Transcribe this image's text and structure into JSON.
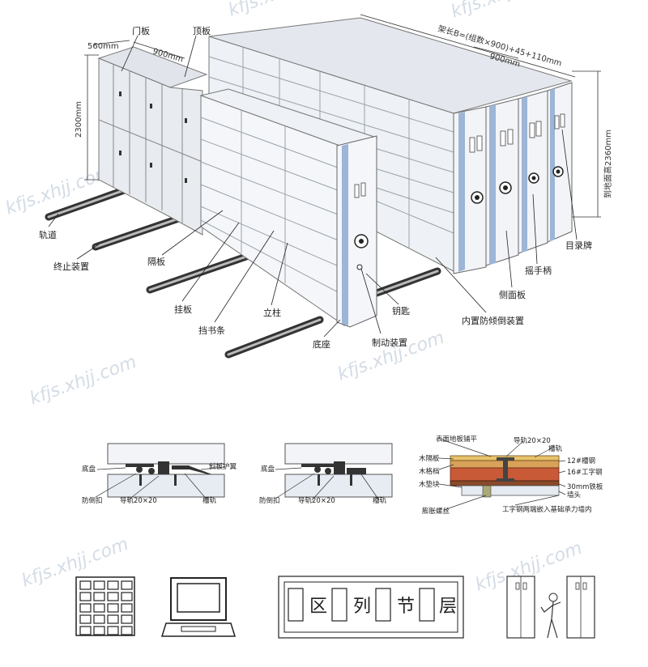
{
  "watermark": "kfjs.xhjj.com",
  "dimensions": {
    "depth": "560mm",
    "width": "900mm",
    "height": "2300mm",
    "width_right": "900mm",
    "total_length": "架长B=(组数×900)+45+110mm",
    "ground_height": "到地面高2360mm"
  },
  "parts": {
    "door": "门板",
    "top": "顶板",
    "rail": "轨道",
    "stop": "终止装置",
    "partition": "隔板",
    "hang_board": "挂板",
    "book_stop": "挡书条",
    "column": "立柱",
    "base": "底座",
    "brake": "制动装置",
    "key": "钥匙",
    "anti_tip": "内置防倾倒装置",
    "side_panel": "侧面板",
    "crank": "摇手柄",
    "label_card": "目录牌"
  },
  "detail1": {
    "base": "底盘",
    "inclined_guard": "斜板护翼",
    "anti_fall": "防倒扣",
    "guide_rail": "导轨20×20",
    "channel_rail": "槽轨"
  },
  "detail2": {
    "base": "底盘",
    "anti_fall": "防倒扣",
    "guide_rail": "导轨20×20",
    "channel_rail": "槽轨"
  },
  "detail3": {
    "surface": "表面地板铺平",
    "guide_rail": "导轨20×20",
    "channel_rail": "槽轨",
    "wood_partition": "木隔板",
    "wood_grid": "木格档",
    "wood_pad": "木垫块",
    "expansion_bolt": "膨胀螺丝",
    "channel_steel": "12#槽钢",
    "i_beam": "16#工字钢",
    "iron_plate": "30mm铁板",
    "wall_head": "墙头",
    "embed_note": "工字钢两端嵌入基础承力墙内"
  },
  "label_sign": [
    "区",
    "列",
    "节",
    "层"
  ]
}
